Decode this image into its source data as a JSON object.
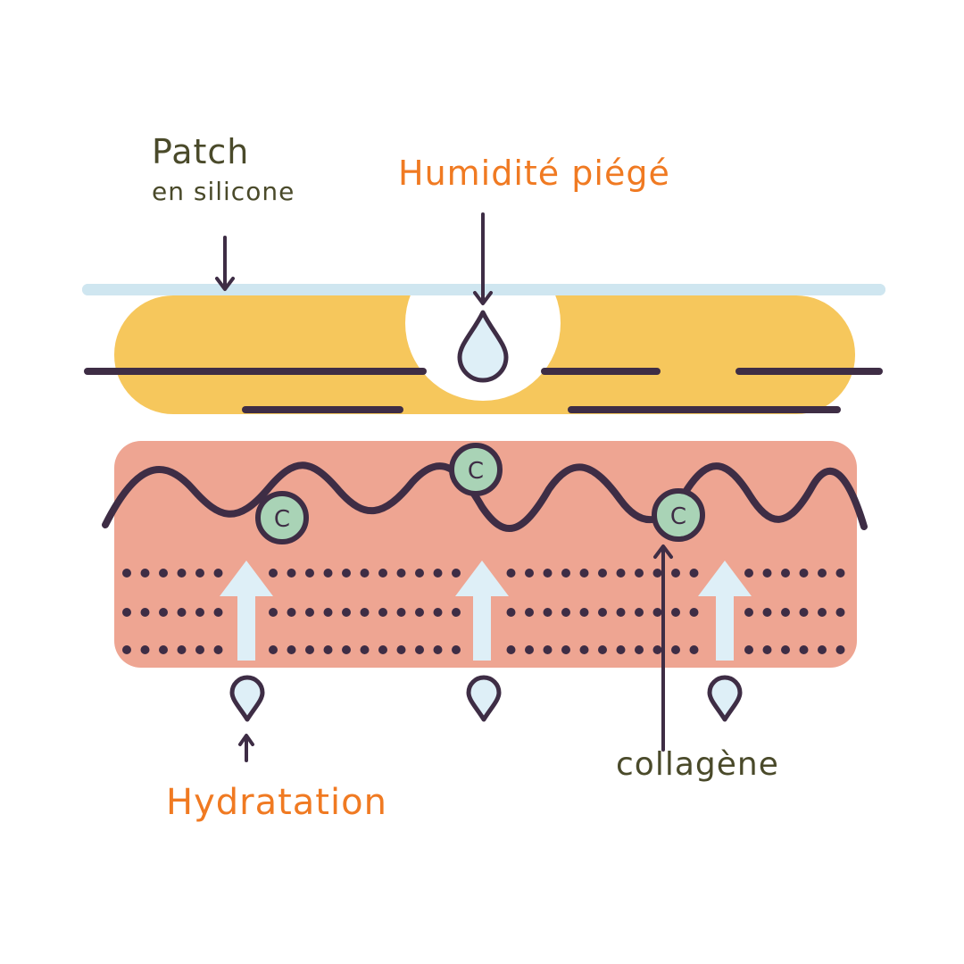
{
  "labels": {
    "patch_title": "Patch",
    "patch_subtitle": "en silicone",
    "trapped_moisture": "Humidité piégé",
    "hydration": "Hydratation",
    "collagen": "collagène"
  },
  "collagen_marker_letter": "C",
  "colors": {
    "silicone_layer": "#cfe6f0",
    "patch_body": "#f6c75c",
    "skin": "#eea592",
    "collagen_circle": "#a9d3b6",
    "outline": "#3e2d45",
    "water": "#deeff7",
    "label_dark": "#4a4a2a",
    "label_accent": "#f07a22"
  }
}
